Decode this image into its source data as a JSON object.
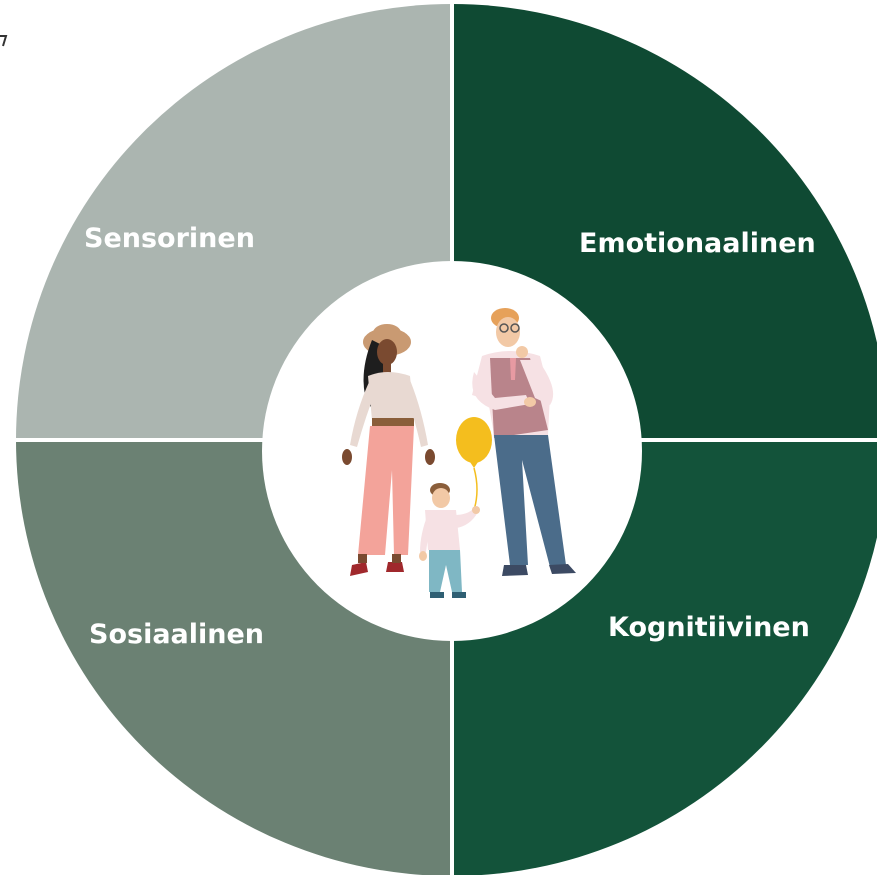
{
  "diagram": {
    "quadrants": [
      {
        "id": "sensory",
        "label": "Sensorinen",
        "color": "#abb5b0"
      },
      {
        "id": "emotional",
        "label": "Emotionaalinen",
        "color": "#0f4a33"
      },
      {
        "id": "social",
        "label": "Sosiaalinen",
        "color": "#6b8173"
      },
      {
        "id": "cognitive",
        "label": "Kognitiivinen",
        "color": "#13533a"
      }
    ],
    "center": {
      "illustration": "family-illustration",
      "figures": [
        "woman-figure",
        "man-figure",
        "child-figure",
        "balloon-icon"
      ]
    }
  }
}
